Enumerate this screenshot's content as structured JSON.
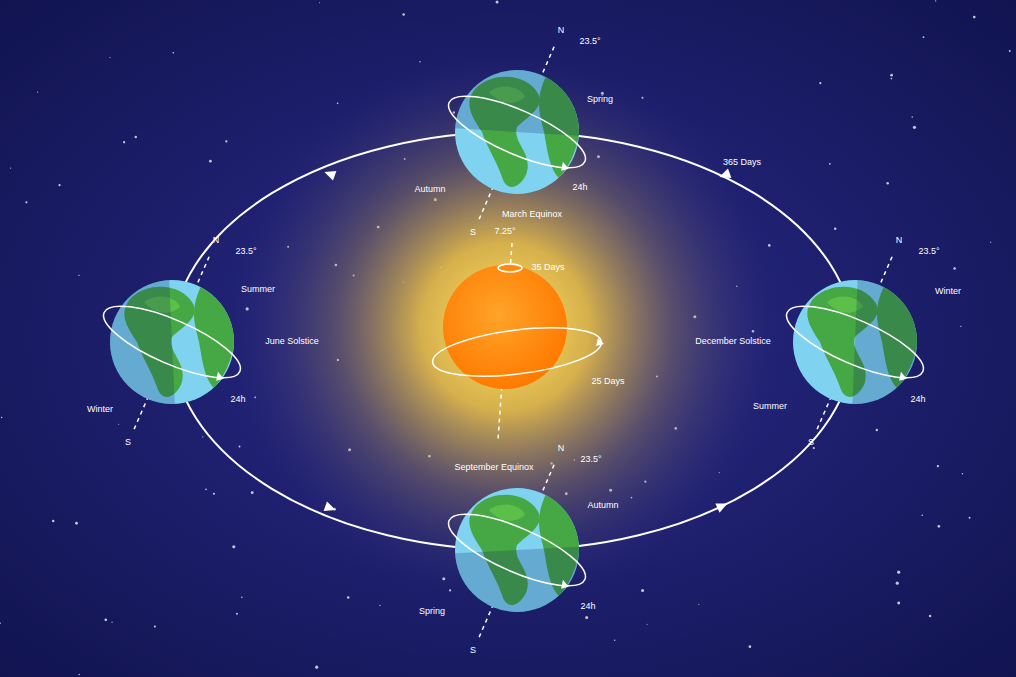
{
  "diagram": {
    "labels": [
      "N",
      "23.5°",
      "Spring",
      "Autumn",
      "24h",
      "March Equinox",
      "S",
      "7.25°",
      "35 Days",
      "25 Days",
      "365 Days",
      "N",
      "23.5°",
      "Summer",
      "June Solstice",
      "Winter",
      "24h",
      "S",
      "N",
      "23.5°",
      "Winter",
      "December Solstice",
      "Summer",
      "24h",
      "S",
      "N",
      "23.5°",
      "September Equinox",
      "Autumn",
      "Spring",
      "24h",
      "S"
    ]
  }
}
